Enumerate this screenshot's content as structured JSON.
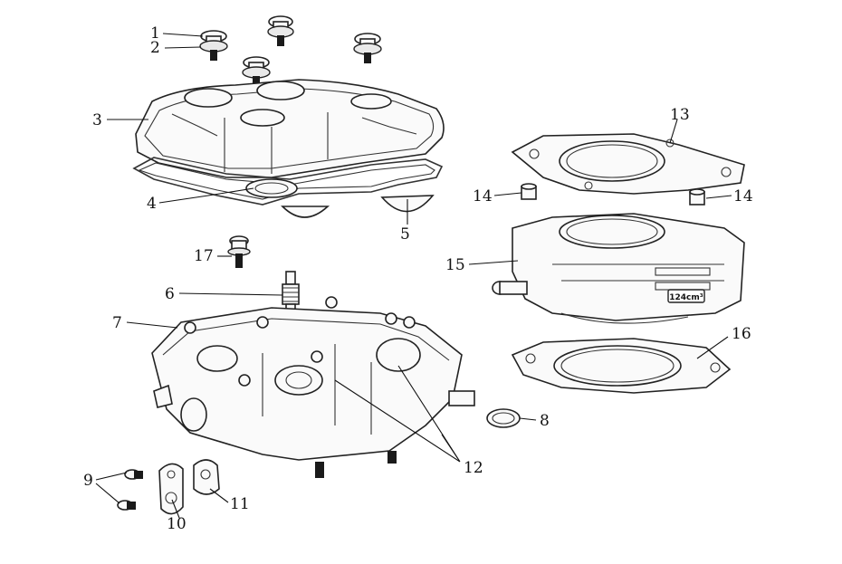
{
  "diagram": {
    "callouts": [
      "1",
      "2",
      "3",
      "4",
      "5",
      "6",
      "7",
      "8",
      "9",
      "10",
      "11",
      "12",
      "13",
      "14",
      "14",
      "15",
      "16",
      "17"
    ],
    "cylinder_marking": "124cm³"
  }
}
